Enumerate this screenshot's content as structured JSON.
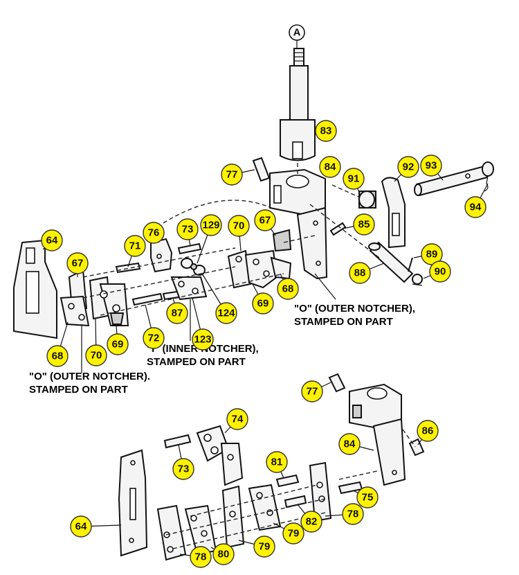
{
  "top_marker": "A",
  "callouts_upper": [
    "83",
    "84",
    "77",
    "91",
    "92",
    "93",
    "94",
    "85",
    "89",
    "88",
    "90",
    "76",
    "73",
    "129",
    "70",
    "67",
    "71",
    "67",
    "64",
    "87",
    "124",
    "68",
    "69",
    "123",
    "72",
    "70",
    "69",
    "68"
  ],
  "callouts_lower": [
    "77",
    "84",
    "86",
    "74",
    "73",
    "81",
    "75",
    "82",
    "78",
    "79",
    "80",
    "79",
    "78",
    "64"
  ],
  "notes": {
    "outer_right_l1": "\"O\" (OUTER NOTCHER),",
    "outer_right_l2": "STAMPED ON PART",
    "inner_l1": "\"I\" (INNER NOTCHER),",
    "inner_l2": "STAMPED ON PART",
    "outer_left_l1": "\"O\" (OUTER NOTCHER).",
    "outer_left_l2": "STAMPED ON PART"
  },
  "colors": {
    "callout_fill": "#fff200",
    "line": "#111111"
  }
}
